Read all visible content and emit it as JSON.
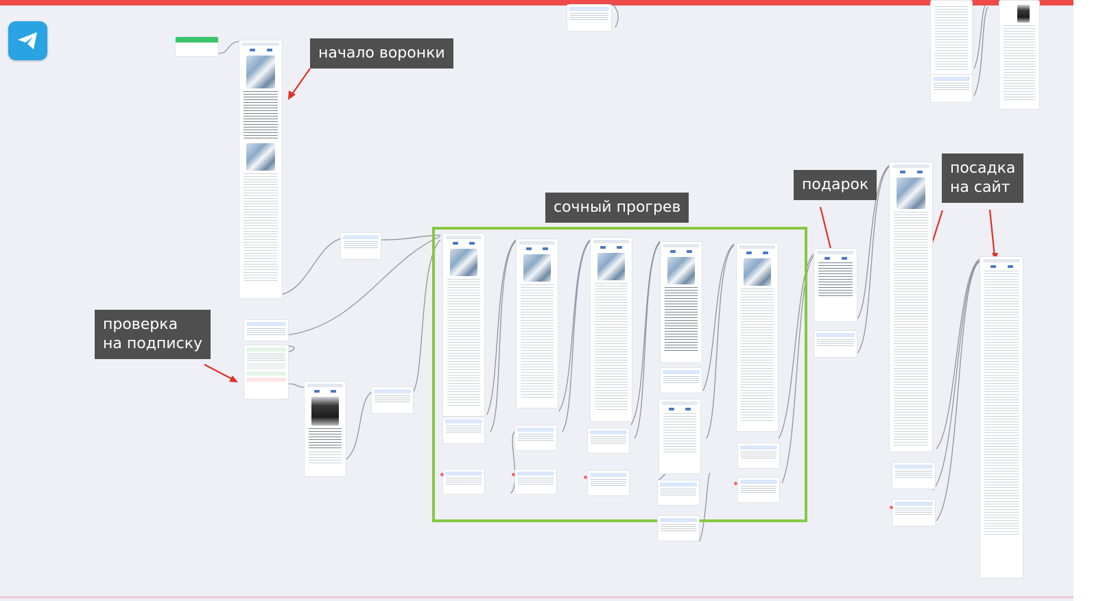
{
  "canvas": {
    "background": "#eef0f5",
    "accent_top": "#ee4a4a",
    "frame_color": "#86c840",
    "arrow_color": "#e0302a"
  },
  "logo": {
    "icon": "telegram-icon",
    "color": "#2aa3e3"
  },
  "labels": {
    "funnel_start": "начало воронки",
    "sub_check_line1": "проверка",
    "sub_check_line2": "на подписку",
    "warmup": "сочный прогрев",
    "gift": "подарок",
    "landing_line1": "посадка",
    "landing_line2": "на сайт"
  }
}
